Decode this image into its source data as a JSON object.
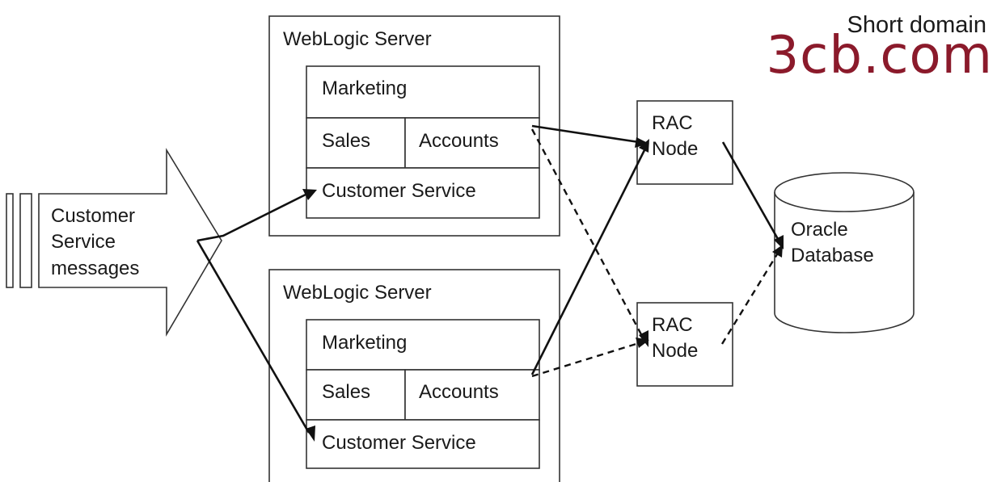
{
  "watermark": {
    "caption": "Short domain",
    "brand": "3cb.com",
    "brand_color": "#8b1a2b"
  },
  "input_arrow": {
    "lines": [
      "Customer",
      "Service",
      "messages"
    ]
  },
  "servers": [
    {
      "title": "WebLogic Server",
      "modules": {
        "marketing": "Marketing",
        "sales": "Sales",
        "accounts": "Accounts",
        "customer_service": "Customer Service"
      }
    },
    {
      "title": "WebLogic Server",
      "modules": {
        "marketing": "Marketing",
        "sales": "Sales",
        "accounts": "Accounts",
        "customer_service": "Customer Service"
      }
    }
  ],
  "rac_nodes": [
    {
      "lines": [
        "RAC",
        "Node"
      ]
    },
    {
      "lines": [
        "RAC",
        "Node"
      ]
    }
  ],
  "database": {
    "lines": [
      "Oracle",
      "Database"
    ]
  },
  "connections": [
    {
      "from": "Customer Service messages",
      "to": "WebLogic Server 1 / Customer Service",
      "style": "solid"
    },
    {
      "from": "Customer Service messages",
      "to": "WebLogic Server 2 / Customer Service",
      "style": "solid"
    },
    {
      "from": "WebLogic Server 1 / Accounts",
      "to": "RAC Node 1",
      "style": "solid"
    },
    {
      "from": "WebLogic Server 1 / Accounts",
      "to": "RAC Node 2",
      "style": "dashed"
    },
    {
      "from": "WebLogic Server 2 / Accounts",
      "to": "RAC Node 1",
      "style": "solid"
    },
    {
      "from": "WebLogic Server 2 / Accounts",
      "to": "RAC Node 2",
      "style": "dashed"
    },
    {
      "from": "RAC Node 1",
      "to": "Oracle Database",
      "style": "solid"
    },
    {
      "from": "RAC Node 2",
      "to": "Oracle Database",
      "style": "dashed"
    }
  ]
}
